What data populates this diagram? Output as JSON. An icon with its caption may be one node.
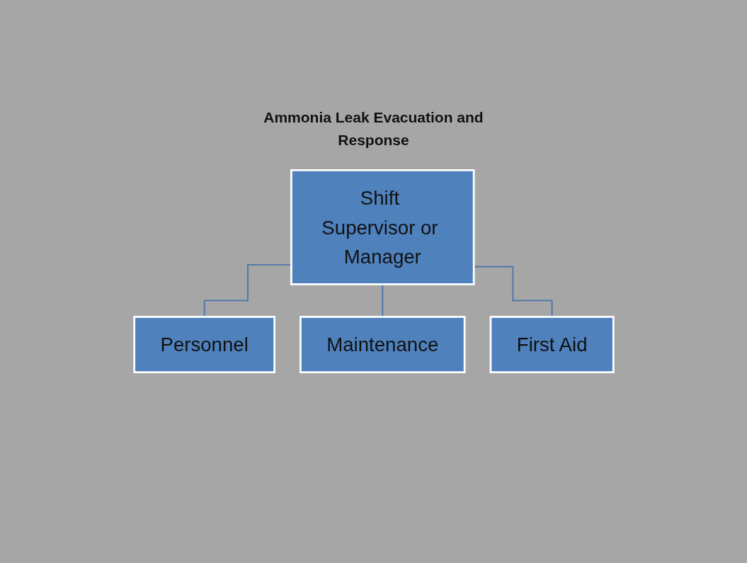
{
  "diagram": {
    "title": "Ammonia Leak Evacuation and Response",
    "nodes": [
      {
        "text": [
          "Shift Supervisor or Manager"
        ]
      },
      {
        "text": [
          "Personnel"
        ]
      },
      {
        "text": [
          "Maintenance"
        ]
      },
      {
        "text": [
          "First Aid"
        ]
      }
    ],
    "edges": [
      {
        "from": 0,
        "to": 1,
        "arrow": "none"
      },
      {
        "from": 0,
        "to": 2,
        "arrow": "none"
      },
      {
        "from": 0,
        "to": 3,
        "arrow": "none"
      }
    ]
  }
}
